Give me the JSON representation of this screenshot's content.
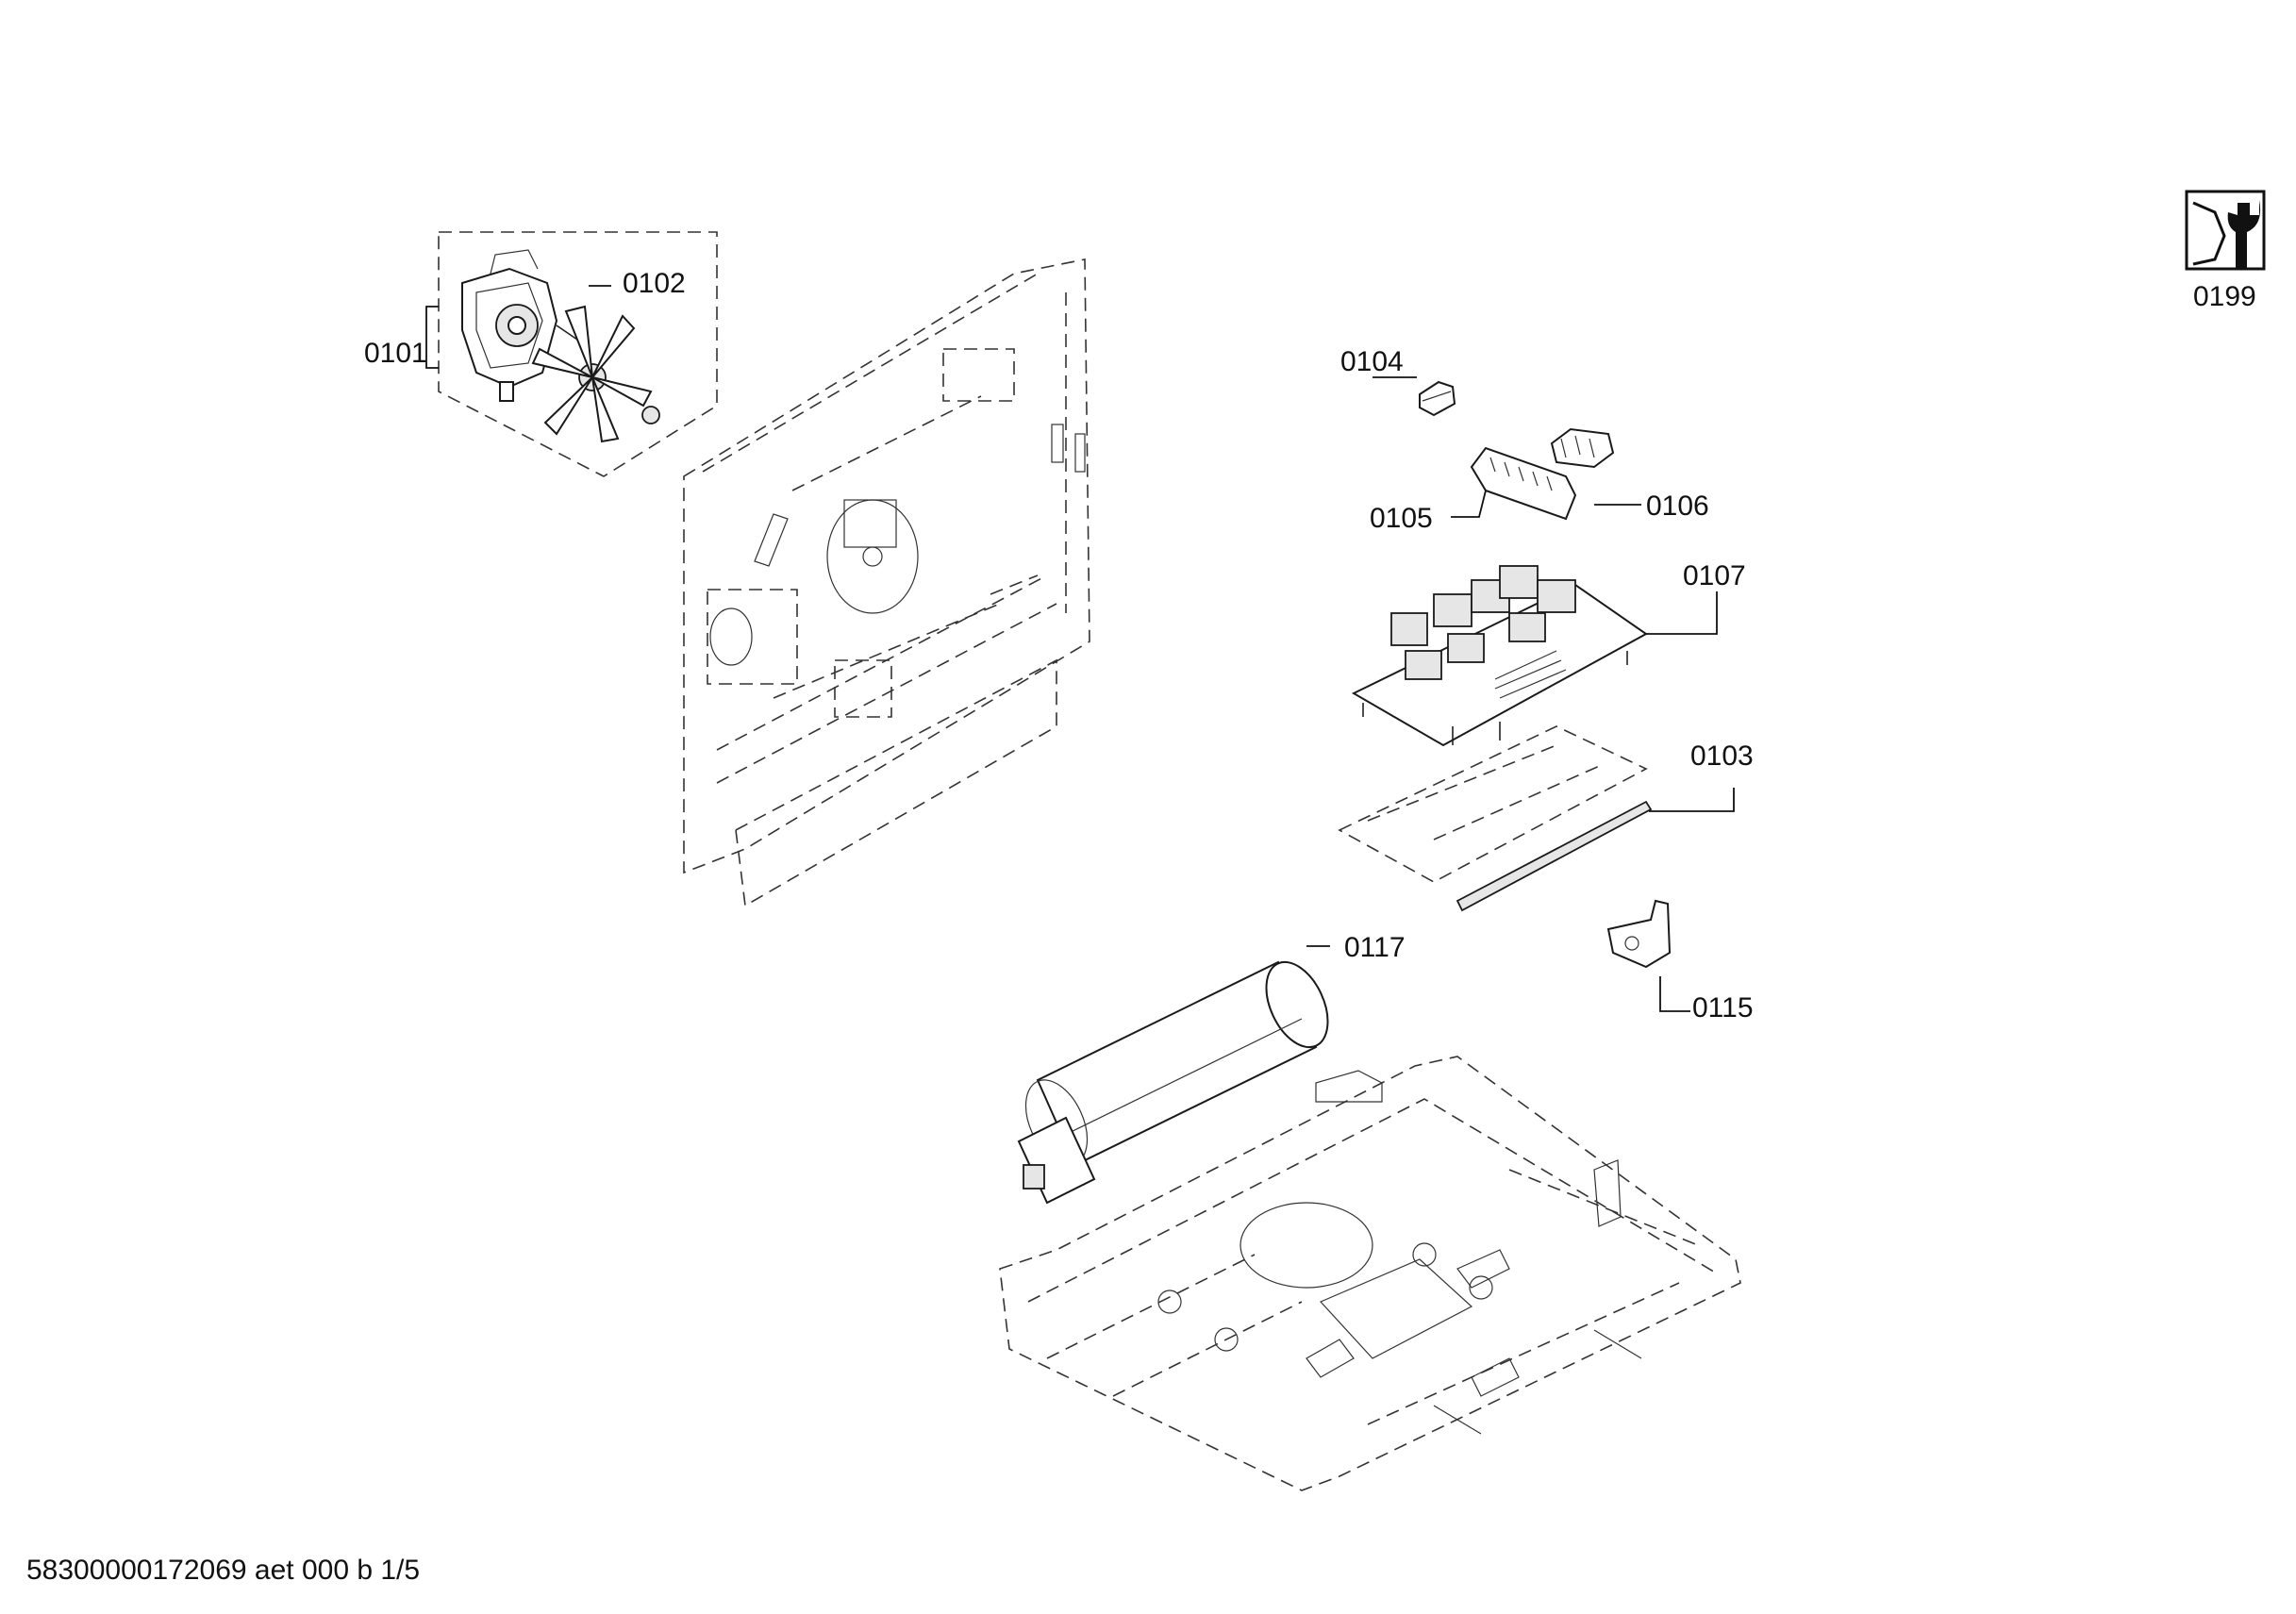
{
  "callouts": {
    "c0101": "0101",
    "c0102": "0102",
    "c0103": "0103",
    "c0104": "0104",
    "c0105": "0105",
    "c0106": "0106",
    "c0107": "0107",
    "c0115": "0115",
    "c0117": "0117",
    "c0199": "0199"
  },
  "footer": {
    "doc_id": "58300000172069 aet 000 b 1/5"
  },
  "icons": {
    "service_icon": "wrench-icon"
  }
}
